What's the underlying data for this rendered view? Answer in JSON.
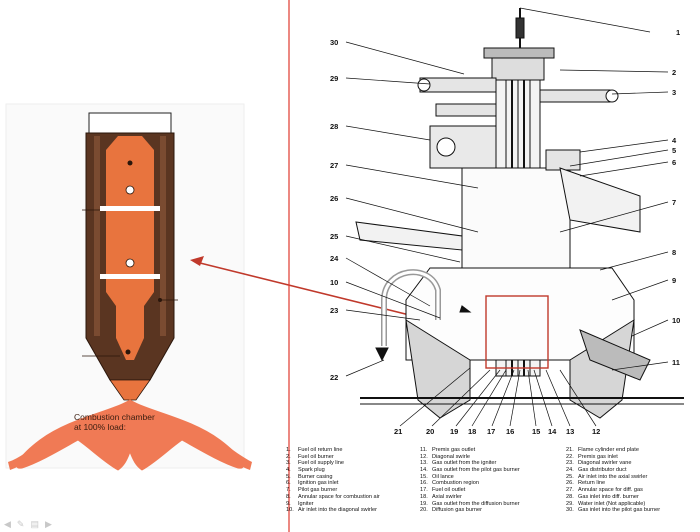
{
  "nozzle": {
    "chamber_label_line1": "Combustion chamber",
    "chamber_label_line2": "at 100% load:"
  },
  "colors": {
    "nozzle_body": "#5a3521",
    "flame": "#f07a55",
    "arrow": "#c0392b",
    "red_rule": "#e03a2e",
    "highlight_box": "#c0392b"
  },
  "callouts_left": [
    "30",
    "29",
    "28",
    "27",
    "26",
    "25",
    "24",
    "10",
    "23",
    "22"
  ],
  "callouts_right": [
    "1",
    "2",
    "3",
    "4",
    "5",
    "6",
    "7",
    "8",
    "9",
    "10",
    "11"
  ],
  "callouts_bottom": [
    "21",
    "20",
    "19",
    "18",
    "17",
    "16",
    "15",
    "14",
    "13",
    "12"
  ],
  "legend": {
    "col1": [
      {
        "n": "1.",
        "t": "Fuel oil return line"
      },
      {
        "n": "2.",
        "t": "Fuel oil burner"
      },
      {
        "n": "3.",
        "t": "Fuel oil supply line"
      },
      {
        "n": "4.",
        "t": "Spark plug"
      },
      {
        "n": "5.",
        "t": "Burner casing"
      },
      {
        "n": "6.",
        "t": "Ignition gas inlet"
      },
      {
        "n": "7.",
        "t": "Pilot gas burner"
      },
      {
        "n": "8.",
        "t": "Annular space for combustion air"
      },
      {
        "n": "9.",
        "t": "Igniter"
      },
      {
        "n": "10.",
        "t": "Air inlet into the diagonal swirler"
      }
    ],
    "col2": [
      {
        "n": "11.",
        "t": "Premix gas outlet"
      },
      {
        "n": "12.",
        "t": "Diagonal swirle"
      },
      {
        "n": "13.",
        "t": "Gas outlet from the igniter"
      },
      {
        "n": "14.",
        "t": "Gas outlet from the pilot gas burner"
      },
      {
        "n": "15.",
        "t": "Oil lance"
      },
      {
        "n": "16.",
        "t": "Combustion region"
      },
      {
        "n": "17.",
        "t": "Fuel oil outlet"
      },
      {
        "n": "18.",
        "t": "Axial swirler"
      },
      {
        "n": "19.",
        "t": "Gas outlet from the diffusion burner"
      },
      {
        "n": "20.",
        "t": "Diffusion gas burner"
      }
    ],
    "col3": [
      {
        "n": "21.",
        "t": "Flame cylinder end plate"
      },
      {
        "n": "22.",
        "t": "Premix gas inlet"
      },
      {
        "n": "23.",
        "t": "Diagonal swirler vane"
      },
      {
        "n": "24.",
        "t": "Gas distributor duct"
      },
      {
        "n": "25.",
        "t": "Air inlet into the axial swirler"
      },
      {
        "n": "26.",
        "t": "Return line"
      },
      {
        "n": "27.",
        "t": "Annular space for diff. gas"
      },
      {
        "n": "28.",
        "t": "Gas inlet into diff. burner"
      },
      {
        "n": "29.",
        "t": "Water inlet (Not applicable)"
      },
      {
        "n": "30.",
        "t": "Gas inlet into the pilot gas burner"
      }
    ]
  },
  "toolbar_icons": [
    "arrow-left-icon",
    "pen-icon",
    "menu-icon",
    "arrow-right-icon"
  ]
}
